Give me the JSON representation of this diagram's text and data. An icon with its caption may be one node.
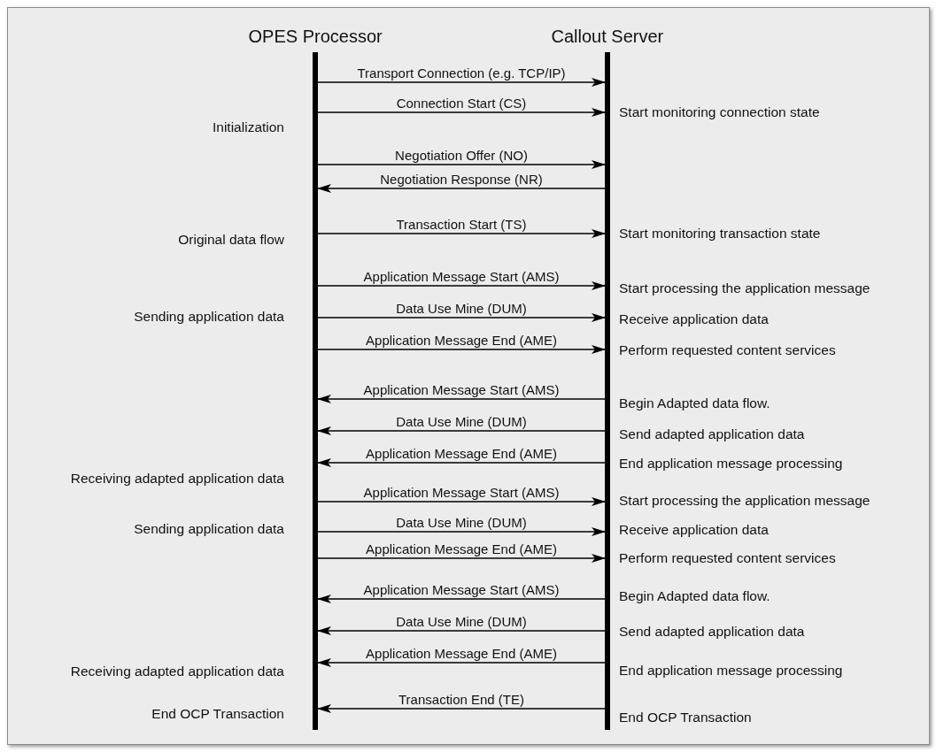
{
  "diagram": {
    "nodes": [
      {
        "text": [
          "OPES Processor"
        ]
      },
      {
        "text": [
          "Callout Server"
        ]
      }
    ],
    "edges": [
      {
        "from": 0,
        "to": 1,
        "arrow": "to",
        "label": "Transport Connection (e.g. TCP/IP)"
      },
      {
        "from": 0,
        "to": 1,
        "arrow": "to",
        "label": "Connection Start (CS)"
      },
      {
        "from": 0,
        "to": 1,
        "arrow": "to",
        "label": "Negotiation Offer (NO)"
      },
      {
        "from": 1,
        "to": 0,
        "arrow": "to",
        "label": "Negotiation Response (NR)"
      },
      {
        "from": 0,
        "to": 1,
        "arrow": "to",
        "label": "Transaction Start (TS)"
      },
      {
        "from": 0,
        "to": 1,
        "arrow": "to",
        "label": "Application Message Start (AMS)"
      },
      {
        "from": 0,
        "to": 1,
        "arrow": "to",
        "label": "Data Use Mine (DUM)"
      },
      {
        "from": 0,
        "to": 1,
        "arrow": "to",
        "label": "Application Message End (AME)"
      },
      {
        "from": 1,
        "to": 0,
        "arrow": "to",
        "label": "Application Message Start (AMS)"
      },
      {
        "from": 1,
        "to": 0,
        "arrow": "to",
        "label": "Data Use Mine (DUM)"
      },
      {
        "from": 1,
        "to": 0,
        "arrow": "to",
        "label": "Application Message End (AME)"
      },
      {
        "from": 0,
        "to": 1,
        "arrow": "to",
        "label": "Application Message Start (AMS)"
      },
      {
        "from": 0,
        "to": 1,
        "arrow": "to",
        "label": "Data Use Mine (DUM)"
      },
      {
        "from": 0,
        "to": 1,
        "arrow": "to",
        "label": "Application Message End (AME)"
      },
      {
        "from": 1,
        "to": 0,
        "arrow": "to",
        "label": "Application Message Start (AMS)"
      },
      {
        "from": 1,
        "to": 0,
        "arrow": "to",
        "label": "Data Use Mine (DUM)"
      },
      {
        "from": 1,
        "to": 0,
        "arrow": "to",
        "label": "Application Message End (AME)"
      },
      {
        "from": 1,
        "to": 0,
        "arrow": "to",
        "label": "Transaction End (TE)"
      }
    ],
    "labels": [
      "Start monitoring connection state",
      "Initialization",
      "Start monitoring transaction state",
      "Original data flow",
      "Start processing the application message",
      "Sending application data",
      "Receive application data",
      "Perform requested content services",
      "Begin Adapted data flow.",
      "Send adapted application data",
      "End application message processing",
      "Receiving adapted application data",
      "Start processing the application message",
      "Receive application data",
      "Sending application data",
      "Perform requested content services",
      "Begin Adapted data flow.",
      "Send adapted application data",
      "End application message processing",
      "Receiving adapted application data",
      "End OCP Transaction",
      "End OCP Transaction"
    ]
  }
}
